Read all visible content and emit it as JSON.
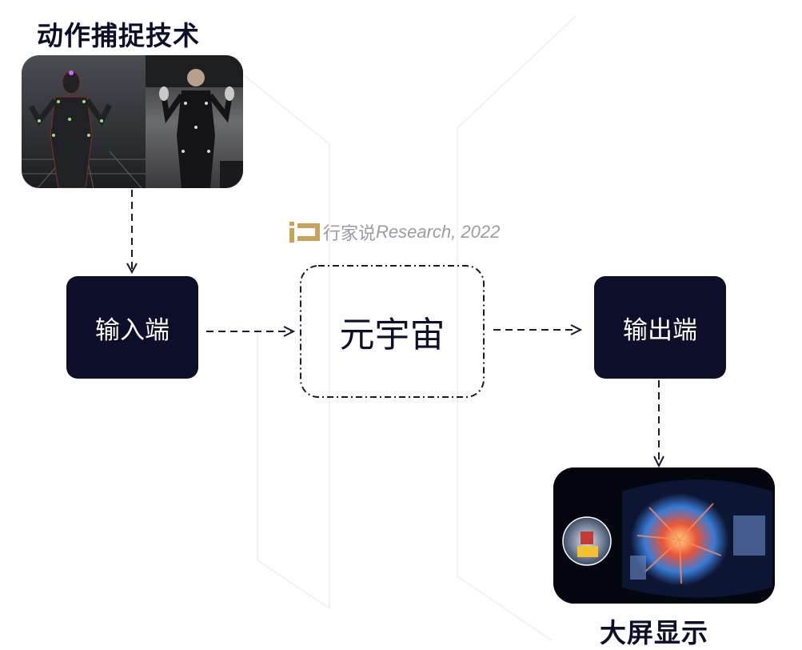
{
  "titles": {
    "top": "动作捕捉技术",
    "bottom": "大屏显示"
  },
  "nodes": {
    "input": "输入端",
    "metaverse": "元宇宙",
    "output": "输出端"
  },
  "watermark": {
    "cn": "行家说",
    "en": "Research, 2022"
  },
  "images": {
    "mocap": "motion-capture-photo",
    "screen": "large-screen-display-photo"
  },
  "colors": {
    "node_fill": "#0d0e2a",
    "node_text": "#ffffff",
    "arrow": "#1a1a2e",
    "watermark": "#9a9ca3",
    "logo": "#c9a25a"
  }
}
